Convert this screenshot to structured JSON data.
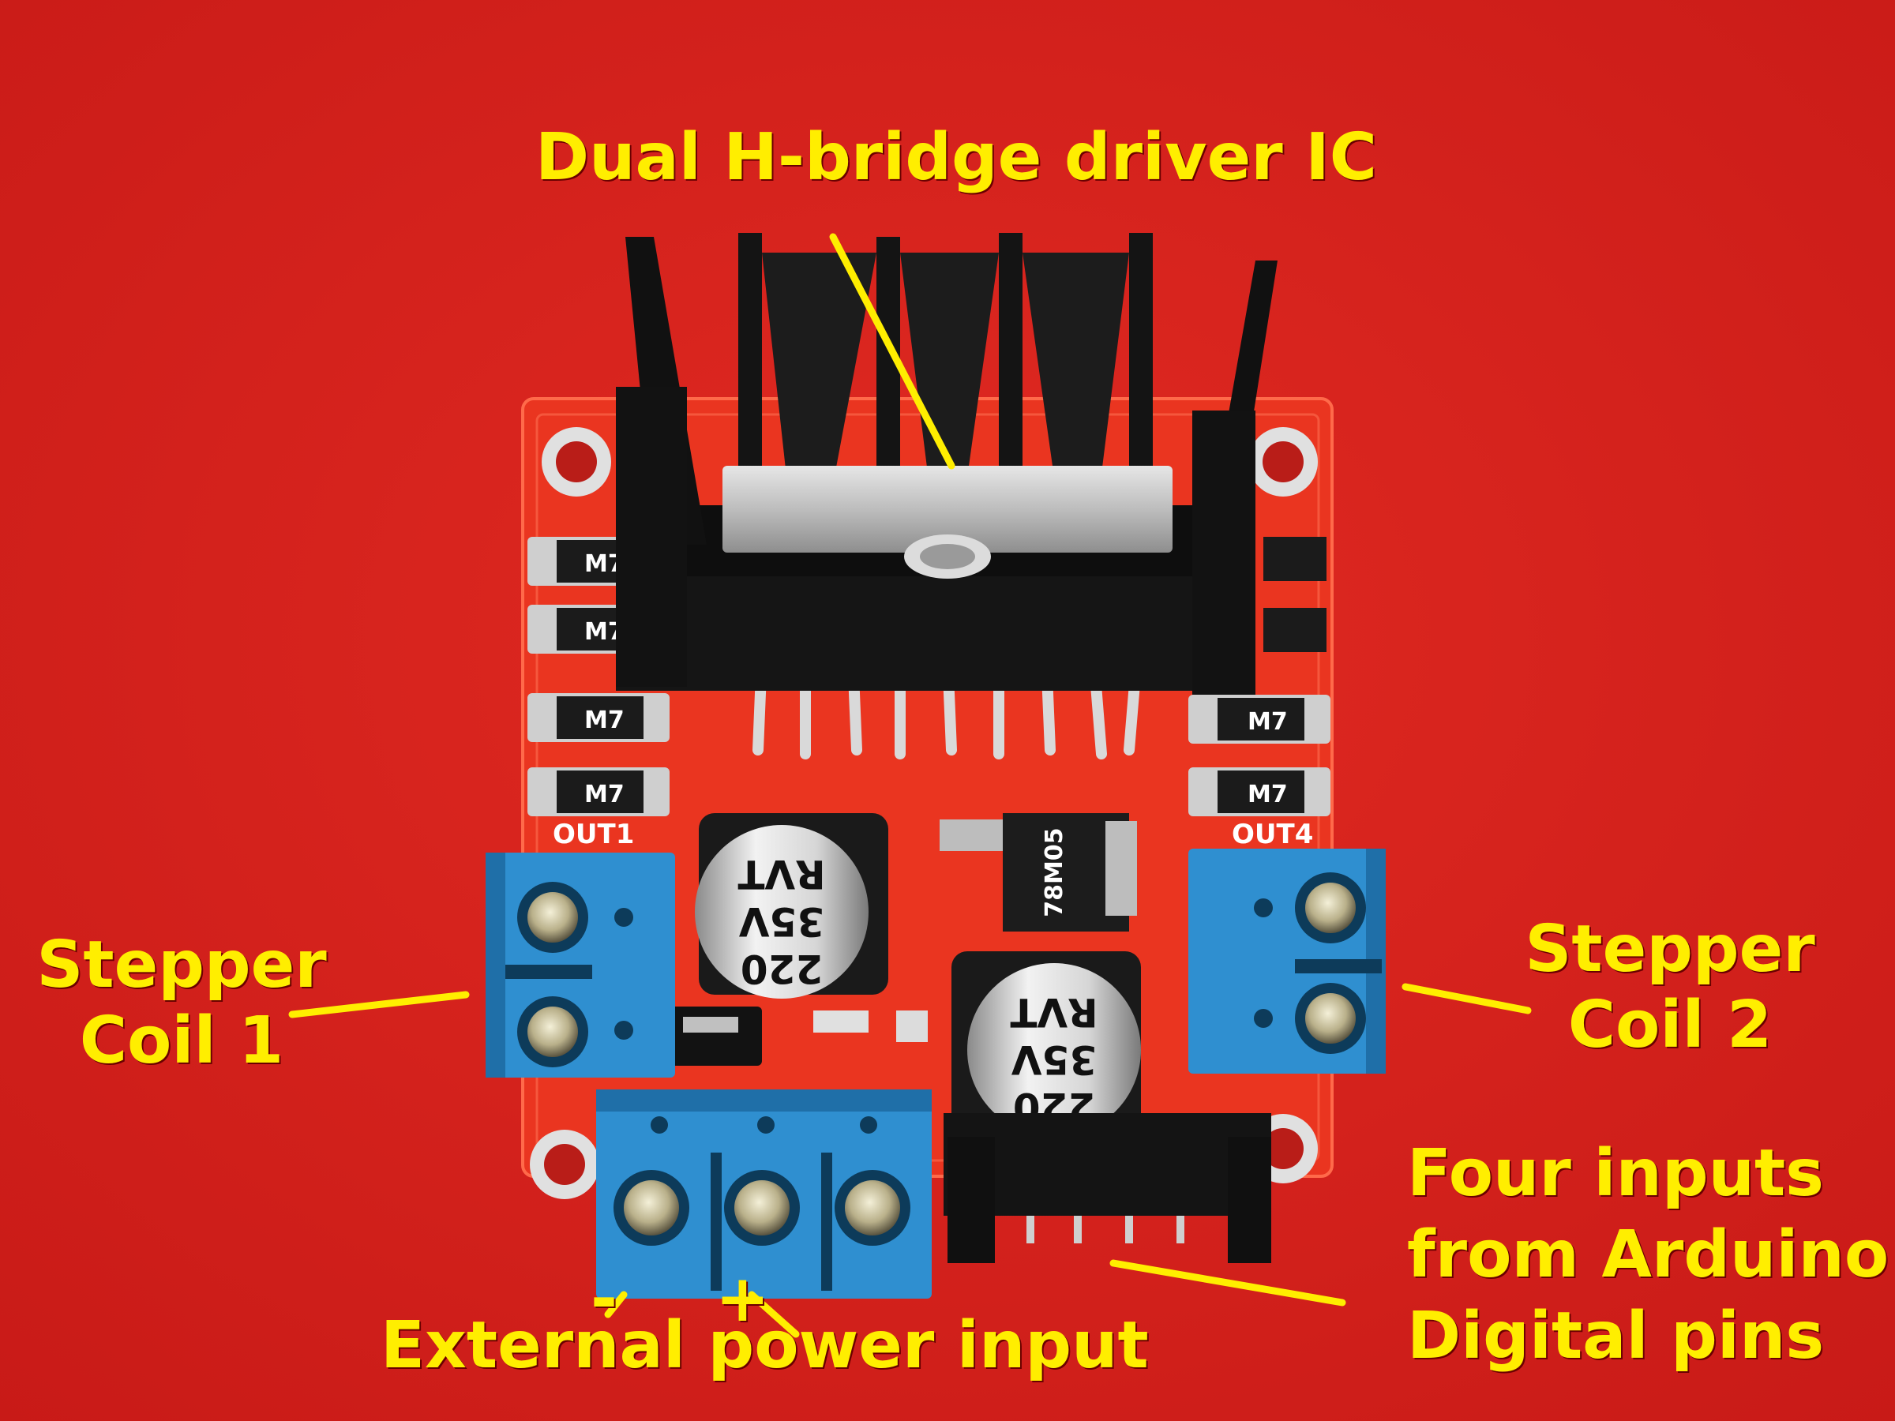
{
  "labels": {
    "ic": "Dual H-bridge driver IC",
    "coil1": [
      "Stepper",
      "Coil 1"
    ],
    "coil2": [
      "Stepper",
      "Coil 2"
    ],
    "inputs": [
      "Four inputs",
      "from Arduino",
      "Digital pins"
    ],
    "power": "External power input",
    "minus": "-",
    "plus": "+"
  },
  "board_text": {
    "out1": "OUT1",
    "out4": "OUT4",
    "diode": "M7",
    "cap_line1": "220",
    "cap_line2": "35V",
    "cap_line3": "RVT",
    "regulator": "78M05"
  },
  "colors": {
    "background": "#d8231f",
    "board": "#e8321f",
    "label": "#ffee00",
    "terminal": "#2f8fd0",
    "heatsink": "#111111"
  }
}
